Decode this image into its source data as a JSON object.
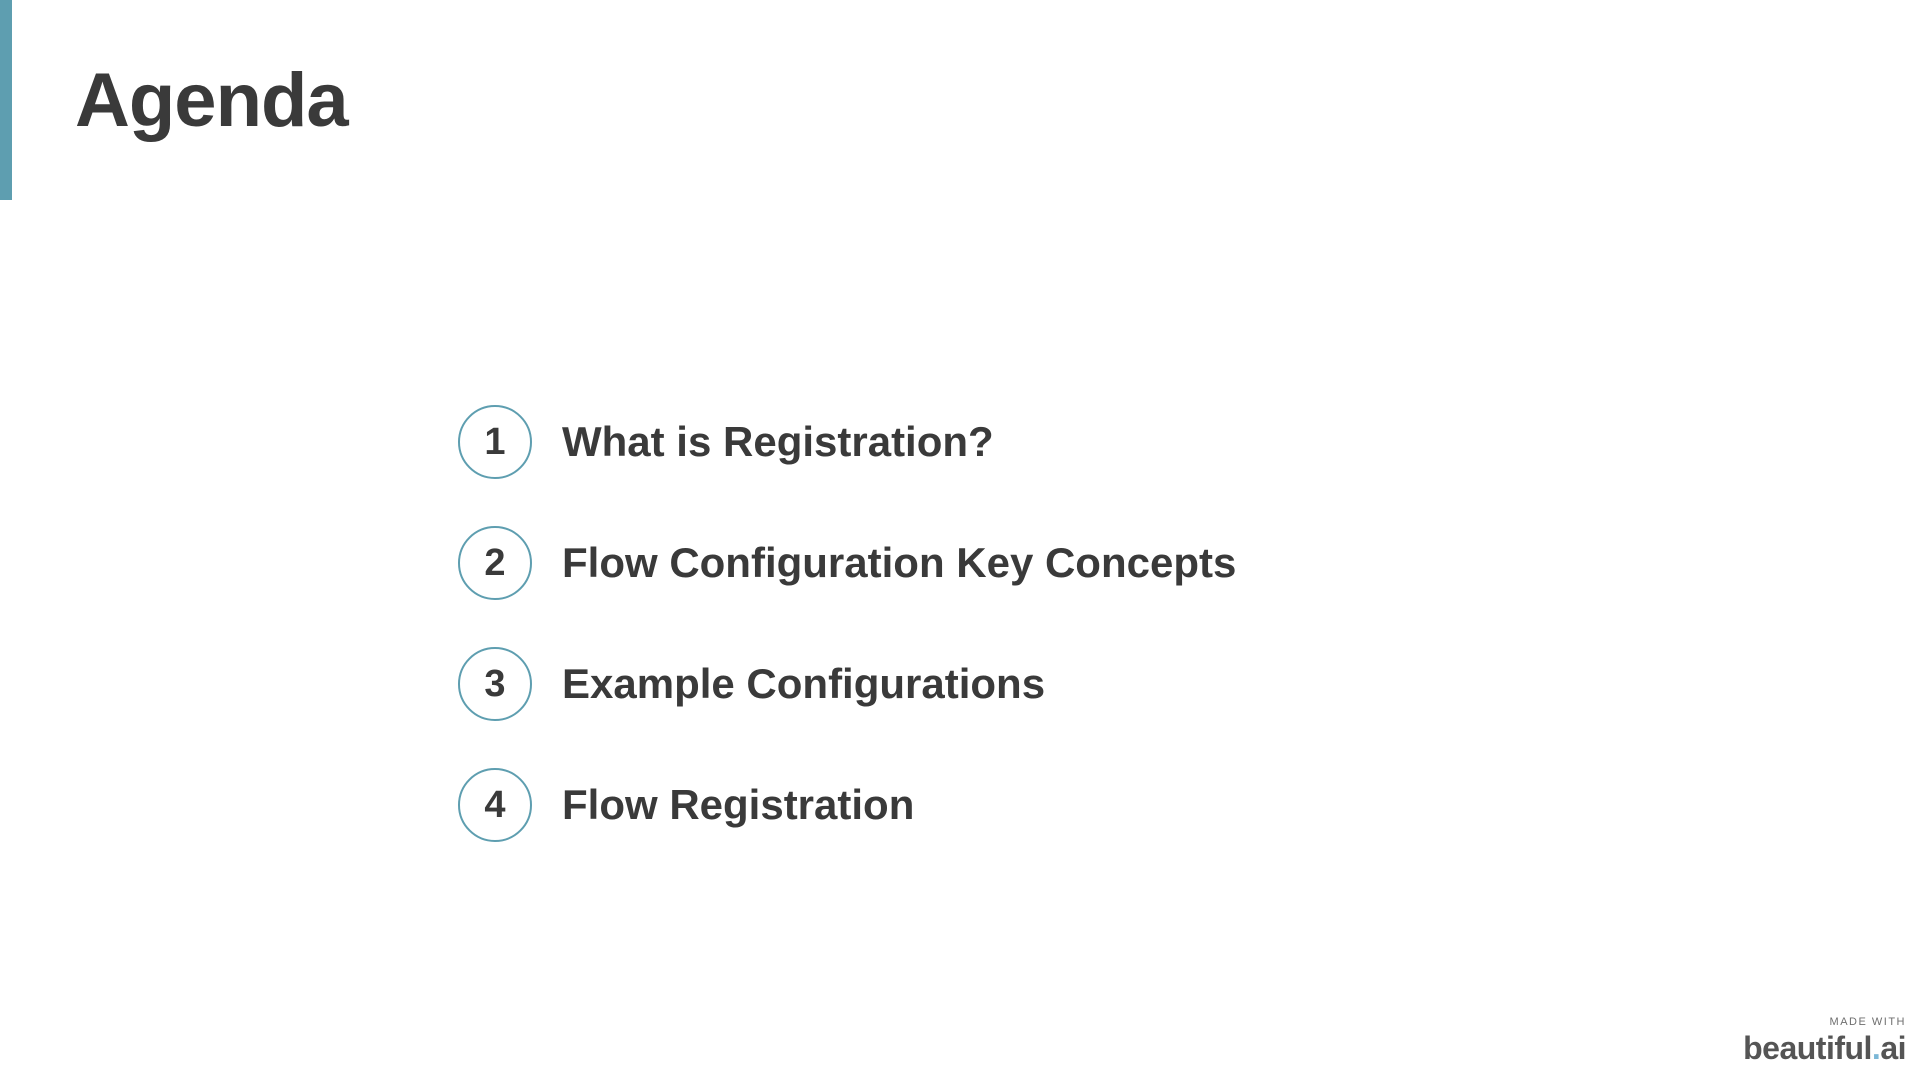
{
  "slide": {
    "title": "Agenda",
    "accent_color": "#5e9eb0",
    "agenda": [
      {
        "number": "1",
        "label": "What is Registration?"
      },
      {
        "number": "2",
        "label": "Flow Configuration Key Concepts"
      },
      {
        "number": "3",
        "label": "Example Configurations"
      },
      {
        "number": "4",
        "label": "Flow Registration"
      }
    ]
  },
  "branding": {
    "made_with": "MADE WITH",
    "logo_word": "beautiful",
    "logo_dot": ".",
    "logo_suffix": "ai",
    "dot_color": "#7bb7d6"
  }
}
